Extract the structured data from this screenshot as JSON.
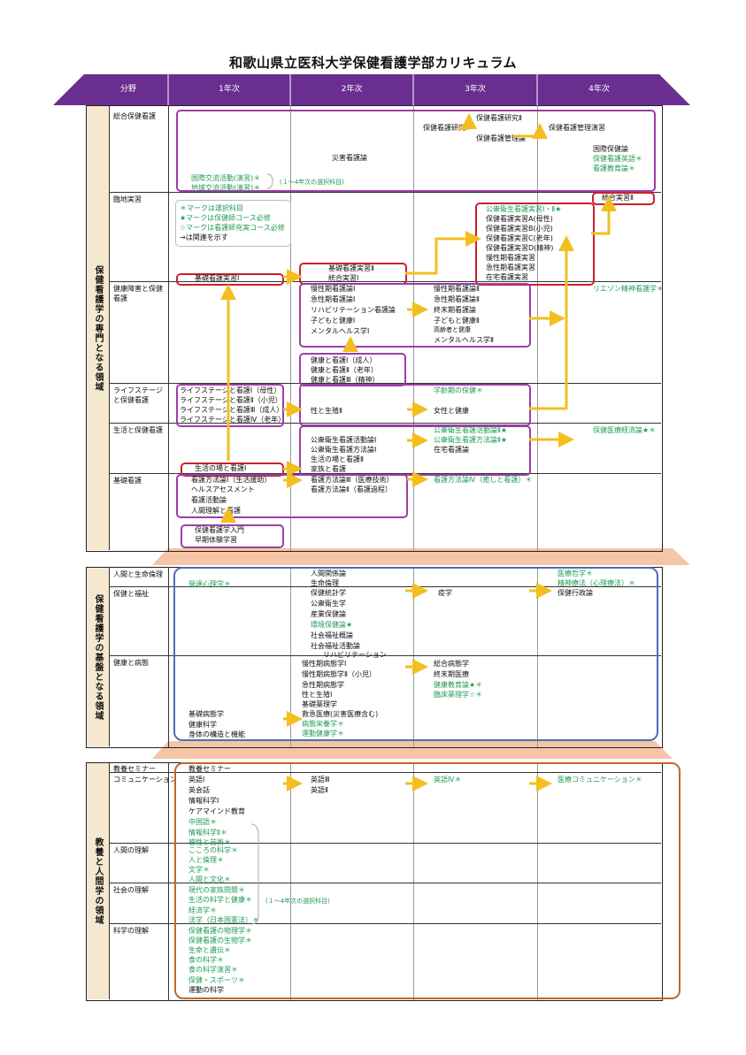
{
  "title": "和歌山県立医科大学保健看護学部カリキュラム",
  "header": {
    "field": "分野",
    "y1": "1年次",
    "y2": "2年次",
    "y3": "3年次",
    "y4": "4年次"
  },
  "sections": {
    "s1": "保健看護学の専門となる領域",
    "s2": "保健看護学の基盤となる領域",
    "s3": "教養と人間学の領域"
  },
  "categories": {
    "c1": "総合保健看護",
    "c2": "臨地実習",
    "c3": "健康障害と保健看護",
    "c4": "ライフステージと保健看護",
    "c5": "生活と保健看護",
    "c6": "基礎看護",
    "c7": "人間と生命倫理",
    "c8": "保健と福祉",
    "c9": "健康と病態",
    "c10": "教養セミナー",
    "c11": "コミュニケーション",
    "c12": "人間の理解",
    "c13": "社会の理解",
    "c14": "科学の理解"
  },
  "s1": {
    "research2": "保健看護研究Ⅱ",
    "research1": "保健看護研究Ⅰ",
    "mgmt_exercise": "保健看護管理演習",
    "mgmt": "保健看護管理論",
    "disaster": "災害看護論",
    "intl_health": "国際保健論",
    "eng4": "保健看護英語＊",
    "edu4": "看護教育論＊",
    "intl_ex": "国際交流活動(演習)＊",
    "local_ex": "地域交流活動(演習)＊",
    "select_note": "(１～4年次の選択科目)",
    "legend1": "＊マークは選択科目",
    "legend2": "★マークは保健師コース必修",
    "legend3": "☆マークは看護師充実コース必修",
    "legend4": "→は関連を示す",
    "integrated": "統合実習Ⅱ",
    "p_public": "公衆衛生看護実習Ⅰ・Ⅱ★",
    "p_a": "保健看護実習A(母性)",
    "p_b": "保健看護実習B(小児)",
    "p_c": "保健看護実習C(老年)",
    "p_d": "保健看護実習D(精神)",
    "p_chronic": "慢性期看護実習",
    "p_acute": "急性期看護実習",
    "p_home": "在宅看護実習",
    "basic_p1": "基礎看護実習Ⅰ",
    "basic_p2": "基礎看護実習Ⅱ",
    "integrated1": "統合実習Ⅰ",
    "h2_1": "慢性期看護論Ⅰ",
    "h2_2": "急性期看護論Ⅰ",
    "h2_3": "リハビリテーション看護論",
    "h2_4": "子どもと健康Ⅰ",
    "h2_5": "メンタルヘルス学Ⅰ",
    "h3_1": "慢性期看護論Ⅱ",
    "h3_2": "急性期看護論Ⅱ",
    "h3_3": "終末期看護論",
    "h3_4": "子どもと健康Ⅱ",
    "h3_5": "高齢者と健康",
    "h3_6": "メンタルヘルス学Ⅱ",
    "liaison": "リエゾン精神看護学＊",
    "hn1": "健康と看護Ⅰ（成人）",
    "hn2": "健康と看護Ⅱ（老年）",
    "hn3": "健康と看護Ⅲ（精神）",
    "ls1": "ライフステージと看護Ⅰ（母性）",
    "ls2": "ライフステージと看護Ⅱ（小児）",
    "ls3": "ライフステージと看護Ⅲ（成人）",
    "ls4": "ライフステージと看護Ⅳ（老年）",
    "school": "学齢期の保健＊",
    "sex": "性と生殖Ⅱ",
    "women": "女性と健康",
    "ph_act2": "公衆衛生看護活動論Ⅱ★",
    "ph_meth2": "公衆衛生看護方法論Ⅱ★",
    "home": "在宅看護論",
    "econ": "保健医療経済論★＊",
    "ph_act1": "公衆衛生看護活動論Ⅰ",
    "ph_meth1": "公衆衛生看護方法論Ⅰ",
    "life2": "生活の場と看護Ⅱ",
    "family": "家族と看護",
    "life1": "生活の場と看護Ⅰ",
    "b_meth1": "看護方法論Ⅰ（生活援助）",
    "b_assess": "ヘルスアセスメント",
    "b_act": "看護活動論",
    "b_human": "人間理解と看護",
    "b_meth3": "看護方法論Ⅲ（医療技術）",
    "b_meth2": "看護方法論Ⅱ（看護過程）",
    "b_meth4": "看護方法論Ⅳ（癒しと看護）＊",
    "intro1": "保健看護学入門",
    "intro2": "早期体験学習"
  },
  "s2": {
    "dev_psych": "発達心理学＊",
    "human_rel": "人間関係論",
    "bioethics": "生命倫理",
    "med_phil": "医療哲学＊",
    "psych_therapy": "精神療法（心理療法）＊",
    "stat": "保健統計学",
    "pubhealth": "公衆衛生学",
    "ind_health": "産業保健論",
    "env_health": "環境保健論★",
    "welfare": "社会福祉概論",
    "welfare_act": "社会福祉活動論",
    "rehab": "リハビリテーション",
    "epidemiology": "疫学",
    "admin": "保健行政論",
    "patho1": "慢性期病態学Ⅰ",
    "patho2": "慢性期病態学Ⅱ（小児）",
    "acute_patho": "急性期病態学",
    "sex1": "性と生殖Ⅰ",
    "pharm": "基礎薬理学",
    "emergency": "救急医療(災害医療含む)",
    "nutrition": "病態栄養学＊",
    "exercise": "運動健康学＊",
    "gen_patho": "総合病態学",
    "terminal_med": "終末期医療",
    "health_edu": "健康教育論★＊",
    "clin_pharm": "臨床薬理学☆＊",
    "basic_patho": "基礎病態学",
    "health_sci": "健康科学",
    "body": "身体の構造と機能"
  },
  "s3": {
    "seminar": "教養セミナー",
    "eng1": "英語Ⅰ",
    "conv": "英会話",
    "info1": "情報科学Ⅰ",
    "caremind": "ケアマインド教育",
    "chinese": "中国語＊",
    "info2": "情報科学Ⅱ＊",
    "sense": "感性と芸術＊",
    "eng3": "英語Ⅲ",
    "eng2": "英語Ⅱ",
    "eng4": "英語Ⅳ＊",
    "medcomm": "医療コミュニケーション＊",
    "mind": "こころの科学＊",
    "ethics": "人と倫理＊",
    "lit": "文学＊",
    "culture": "人間と文化＊",
    "family": "現代の家族問題＊",
    "lifesci": "生活の科学と健康＊",
    "economics": "経済学＊",
    "law": "法学（日本国憲法）＊",
    "select_note": "(１～4年次の選択科目)",
    "physics": "保健看護の物理学＊",
    "biology": "保健看護の生物学＊",
    "lifeheredity": "生命と遺伝＊",
    "foodsci": "食の科学＊",
    "foodex": "食の科学演習＊",
    "sports": "保健・スポーツ＊",
    "movement": "運動の科学"
  },
  "colors": {
    "header": "#6a2e91",
    "purple_box": "#9c3ea6",
    "red_box": "#c8222c",
    "blue_box": "#4a6fb5",
    "orange_box": "#c0672a",
    "arrow": "#f2bf1f",
    "green_text": "#1f9a56",
    "side_bg": "#f6e8cf",
    "divider": "#f6c5a5"
  }
}
